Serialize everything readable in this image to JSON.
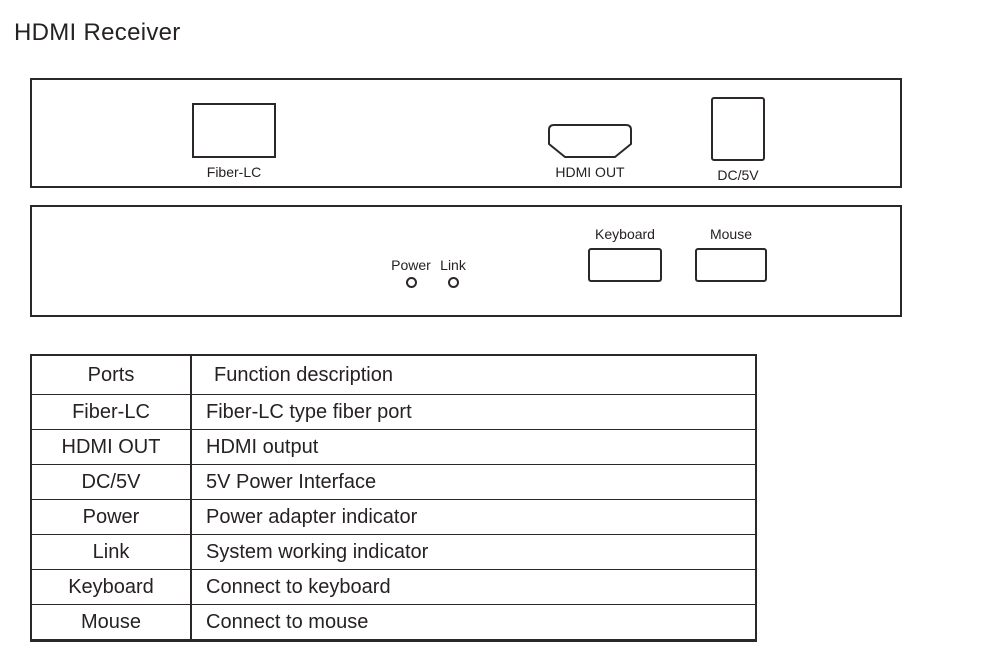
{
  "page": {
    "title": "HDMI Receiver"
  },
  "colors": {
    "line": "#2c2728",
    "text": "#262122",
    "background": "#ffffff"
  },
  "device": {
    "rear_panel": {
      "ports": [
        {
          "id": "fiber-lc",
          "label": "Fiber-LC"
        },
        {
          "id": "hdmi-out",
          "label": "HDMI OUT"
        },
        {
          "id": "dc-5v",
          "label": "DC/5V"
        }
      ]
    },
    "front_panel": {
      "leds": [
        {
          "id": "power",
          "label": "Power"
        },
        {
          "id": "link",
          "label": "Link"
        }
      ],
      "ports": [
        {
          "id": "keyboard",
          "label": "Keyboard"
        },
        {
          "id": "mouse",
          "label": "Mouse"
        }
      ]
    }
  },
  "table": {
    "headers": [
      "Ports",
      "Function description"
    ],
    "rows": [
      [
        "Fiber-LC",
        "Fiber-LC type fiber port"
      ],
      [
        "HDMI OUT",
        "HDMI output"
      ],
      [
        "DC/5V",
        "5V Power Interface"
      ],
      [
        "Power",
        "Power adapter indicator"
      ],
      [
        "Link",
        "System working indicator"
      ],
      [
        "Keyboard",
        "Connect to keyboard"
      ],
      [
        "Mouse",
        "Connect to mouse"
      ]
    ]
  }
}
